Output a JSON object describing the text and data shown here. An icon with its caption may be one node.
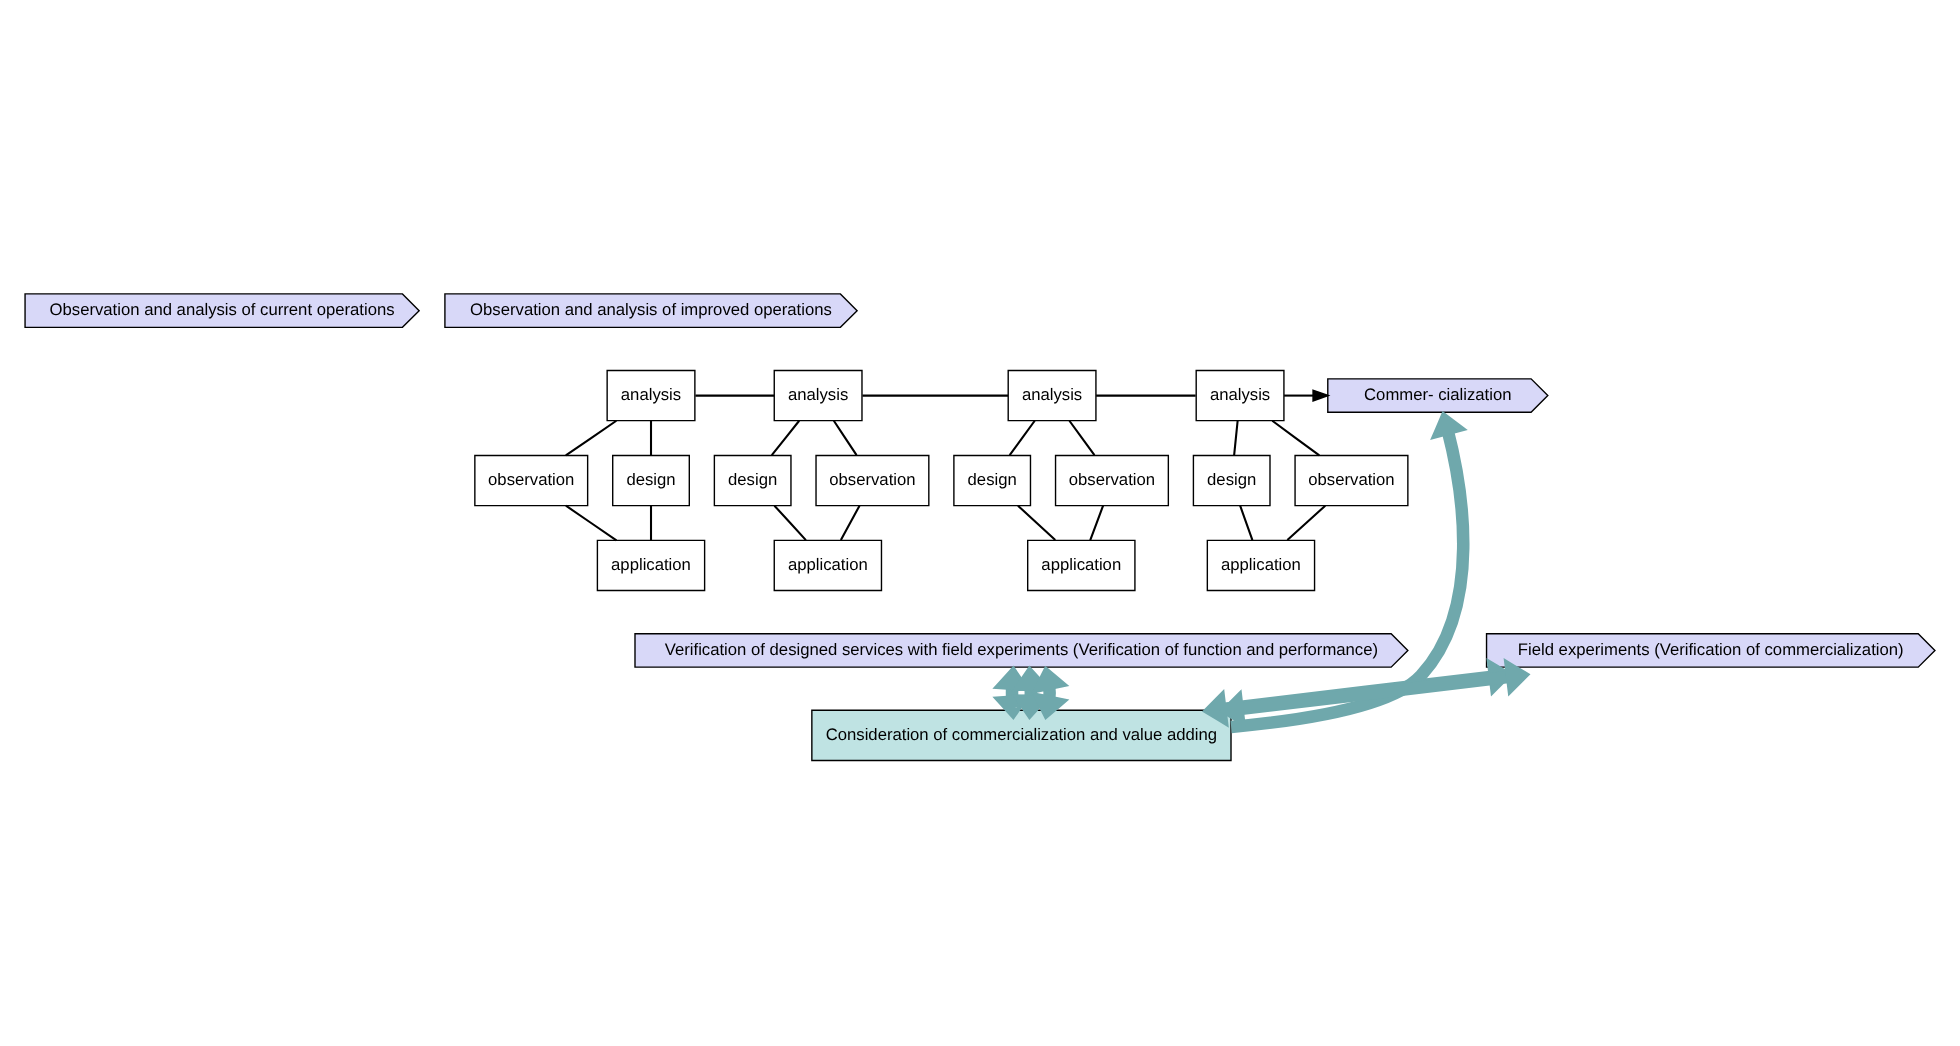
{
  "diagram": {
    "nodes": [
      {
        "text": [
          "Observation and analysis of current operations"
        ]
      },
      {
        "text": [
          "Observation and analysis of improved operations"
        ]
      },
      {
        "text": [
          "Commer- cialization"
        ]
      },
      {
        "text": [
          "analysis"
        ]
      },
      {
        "text": [
          "observation"
        ]
      },
      {
        "text": [
          "design"
        ]
      },
      {
        "text": [
          "application"
        ]
      },
      {
        "text": [
          "analysis"
        ]
      },
      {
        "text": [
          "observation"
        ]
      },
      {
        "text": [
          "design"
        ]
      },
      {
        "text": [
          "application"
        ]
      },
      {
        "text": [
          "analysis"
        ]
      },
      {
        "text": [
          "observation"
        ]
      },
      {
        "text": [
          "design"
        ]
      },
      {
        "text": [
          "application"
        ]
      },
      {
        "text": [
          "analysis"
        ]
      },
      {
        "text": [
          "observation"
        ]
      },
      {
        "text": [
          "design"
        ]
      },
      {
        "text": [
          "application"
        ]
      },
      {
        "text": [
          "Verification of designed services with field experiments (Verification of function and performance)"
        ]
      },
      {
        "text": [
          "Field experiments (Verification of commercialization)"
        ]
      },
      {
        "text": [
          "Consideration of commercialization and value adding"
        ]
      }
    ],
    "edges": [
      {
        "from": 3,
        "to": 5,
        "arrow": "none"
      },
      {
        "from": 5,
        "to": 6,
        "arrow": "none"
      },
      {
        "from": 6,
        "to": 4,
        "arrow": "none"
      },
      {
        "from": 4,
        "to": 3,
        "arrow": "none"
      },
      {
        "from": 3,
        "to": 7,
        "arrow": "none"
      },
      {
        "from": 7,
        "to": 9,
        "arrow": "none"
      },
      {
        "from": 9,
        "to": 10,
        "arrow": "none"
      },
      {
        "from": 10,
        "to": 8,
        "arrow": "none"
      },
      {
        "from": 8,
        "to": 7,
        "arrow": "none"
      },
      {
        "from": 7,
        "to": 11,
        "arrow": "none"
      },
      {
        "from": 11,
        "to": 13,
        "arrow": "none"
      },
      {
        "from": 13,
        "to": 14,
        "arrow": "none"
      },
      {
        "from": 14,
        "to": 12,
        "arrow": "none"
      },
      {
        "from": 12,
        "to": 11,
        "arrow": "none"
      },
      {
        "from": 11,
        "to": 15,
        "arrow": "none"
      },
      {
        "from": 15,
        "to": 17,
        "arrow": "none"
      },
      {
        "from": 17,
        "to": 18,
        "arrow": "none"
      },
      {
        "from": 18,
        "to": 16,
        "arrow": "none"
      },
      {
        "from": 16,
        "to": 15,
        "arrow": "none"
      },
      {
        "from": 15,
        "to": 2,
        "arrow": "to"
      },
      {
        "from": 21,
        "to": 19,
        "arrow": "both",
        "style": "thick",
        "color": "#6fa8ac"
      },
      {
        "from": 21,
        "to": 19,
        "arrow": "both",
        "style": "thick",
        "color": "#6fa8ac"
      },
      {
        "from": 21,
        "to": 19,
        "arrow": "both",
        "style": "thick",
        "color": "#6fa8ac"
      },
      {
        "from": 21,
        "to": 20,
        "arrow": "both",
        "style": "thick",
        "color": "#6fa8ac"
      },
      {
        "from": 21,
        "to": 20,
        "arrow": "both",
        "style": "thick",
        "color": "#6fa8ac"
      },
      {
        "from": 21,
        "to": 2,
        "arrow": "to",
        "style": "thick",
        "color": "#6fa8ac"
      }
    ]
  }
}
